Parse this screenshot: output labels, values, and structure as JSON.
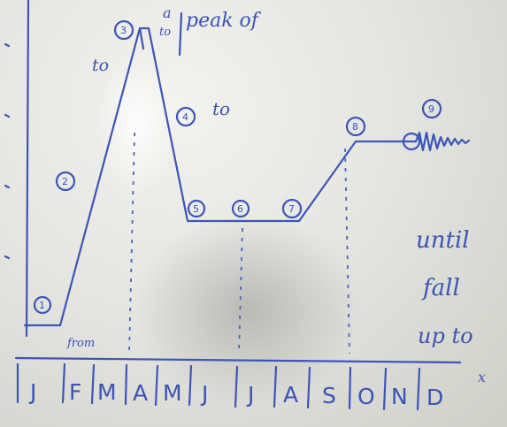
{
  "months": [
    "J",
    "F",
    "M",
    "A",
    "M",
    "J",
    "J",
    "A",
    "S",
    "O",
    "N",
    "D"
  ],
  "axis_x_label": "x",
  "markers": [
    "1",
    "2",
    "3",
    "4",
    "5",
    "6",
    "7",
    "8",
    "9"
  ],
  "notes": {
    "from": "from",
    "to_left": "to",
    "peak_a": "a",
    "peak_to": "to",
    "peak_of": "peak of",
    "to_right": "to",
    "until": "until",
    "fall": "fall",
    "up_to": "up to"
  },
  "ink_color": "#3c55b8"
}
